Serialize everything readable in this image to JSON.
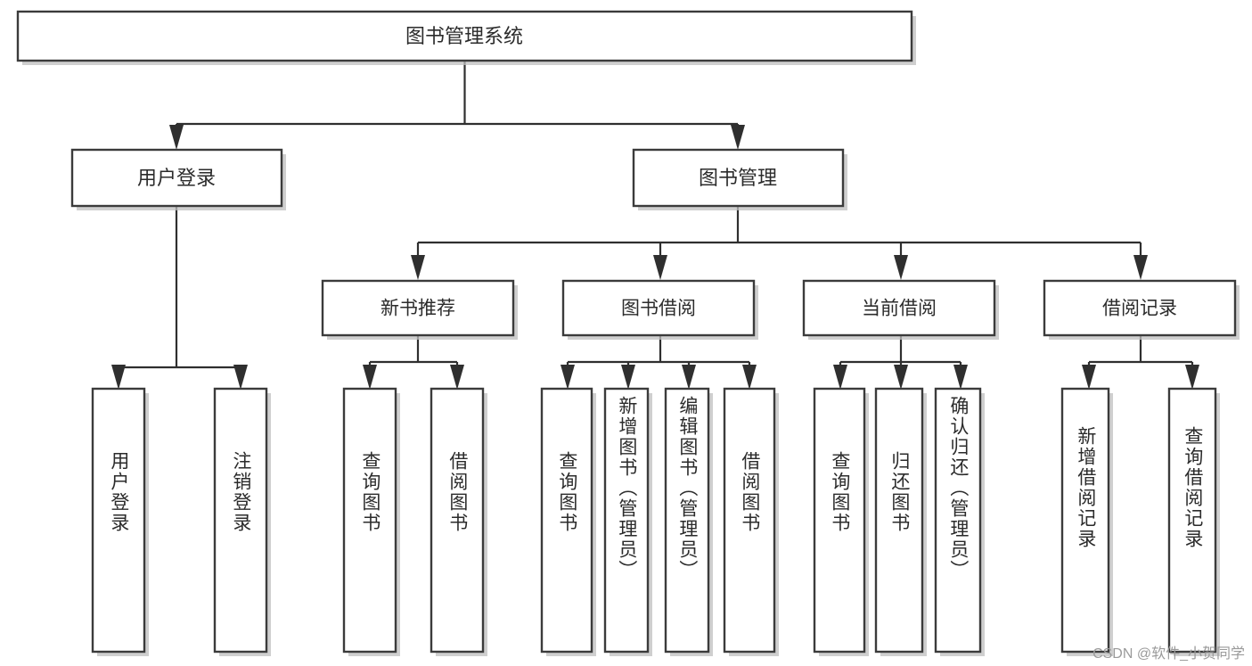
{
  "diagram": {
    "title_node": {
      "label": "图书管理系统"
    },
    "level2": [
      {
        "id": "user-login",
        "label": "用户登录"
      },
      {
        "id": "book-manage",
        "label": "图书管理"
      }
    ],
    "level3": [
      {
        "id": "new-book-recommend",
        "label": "新书推荐"
      },
      {
        "id": "book-borrow",
        "label": "图书借阅"
      },
      {
        "id": "current-borrow",
        "label": "当前借阅"
      },
      {
        "id": "borrow-record",
        "label": "借阅记录"
      }
    ],
    "leaves": [
      {
        "id": "user-login-leaf",
        "parent": "user-login",
        "label": "用户登录"
      },
      {
        "id": "user-logout-leaf",
        "parent": "user-login",
        "label": "注销登录"
      },
      {
        "id": "query-book-1",
        "parent": "new-book-recommend",
        "label": "查询图书"
      },
      {
        "id": "borrow-book-1",
        "parent": "new-book-recommend",
        "label": "借阅图书"
      },
      {
        "id": "query-book-2",
        "parent": "book-borrow",
        "label": "查询图书"
      },
      {
        "id": "add-book-admin",
        "parent": "book-borrow",
        "label": "新增图书（管理员）"
      },
      {
        "id": "edit-book-admin",
        "parent": "book-borrow",
        "label": "编辑图书（管理员）"
      },
      {
        "id": "borrow-book-2",
        "parent": "book-borrow",
        "label": "借阅图书"
      },
      {
        "id": "query-book-3",
        "parent": "current-borrow",
        "label": "查询图书"
      },
      {
        "id": "return-book",
        "parent": "current-borrow",
        "label": "归还图书"
      },
      {
        "id": "confirm-return-admin",
        "parent": "current-borrow",
        "label": "确认归还（管理员）"
      },
      {
        "id": "add-borrow-record",
        "parent": "borrow-record",
        "label": "新增借阅记录"
      },
      {
        "id": "query-borrow-record",
        "parent": "borrow-record",
        "label": "查询借阅记录"
      }
    ],
    "watermark": "CSDN @软件_小贺同学",
    "colors": {
      "box_stroke": "#3b3b3b",
      "box_fill": "#ffffff",
      "connector": "#2f2f2f",
      "text": "#2b2b2b",
      "shadow": "#bfbfbf",
      "watermark": "#9a9a9a",
      "background": "#ffffff"
    }
  }
}
